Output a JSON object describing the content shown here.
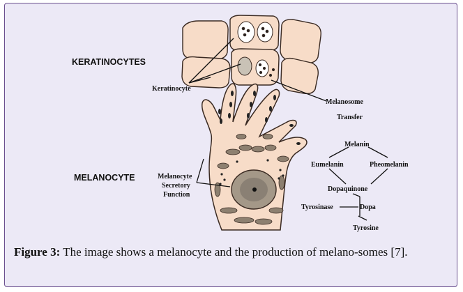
{
  "figure": {
    "label_keratinocytes": "KERATINOCYTES",
    "label_melanocyte": "MELANOCYTE",
    "label_keratinocyte": "Keratinocyte",
    "label_melanosome": "Melanosome",
    "label_transfer": "Transfer",
    "label_secretory_1": "Melanocyte",
    "label_secretory_2": "Secretory",
    "label_secretory_3": "Function",
    "pathway": {
      "melanin": "Melanin",
      "eumelanin": "Eumelanin",
      "pheomelanin": "Pheomelanin",
      "dopaquinone": "Dopaquinone",
      "tyrosinase": "Tyrosinase",
      "dopa": "Dopa",
      "tyrosine": "Tyrosine"
    }
  },
  "caption": {
    "prefix": "Figure 3:",
    "text": " The image shows a melanocyte and the production of melano-somes [7]."
  },
  "colors": {
    "frame_background": "#ece9f6",
    "frame_border": "#6a4f8e",
    "cell_fill": "#f7dcc8",
    "nucleus": "#8a8074"
  }
}
